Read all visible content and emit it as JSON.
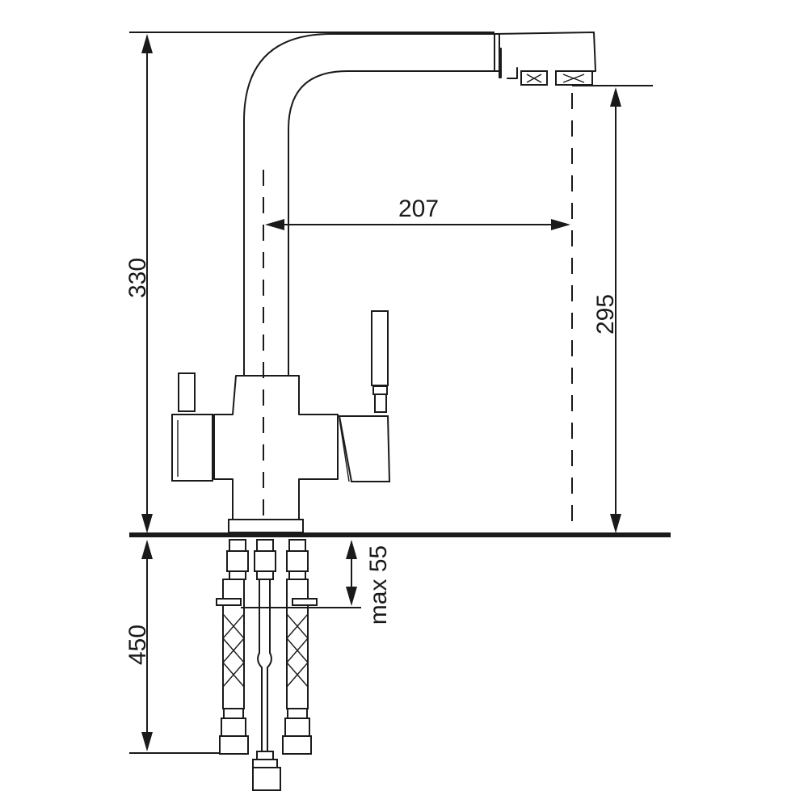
{
  "dimensions": {
    "total_height": "330",
    "reach": "207",
    "spout_height": "295",
    "hose_length": "450",
    "max_countertop": "max 55"
  }
}
